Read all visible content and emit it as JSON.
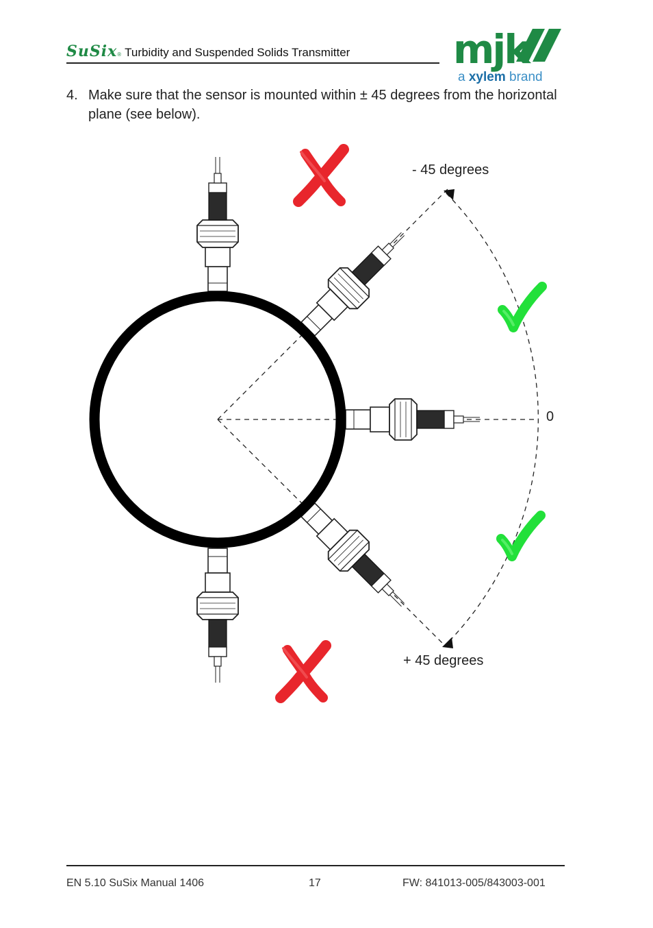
{
  "header": {
    "brand": "SuSix",
    "registered": "®",
    "title": "Turbidity and Suspended Solids Transmitter",
    "logo_text": "mjk",
    "tagline_prefix": "a",
    "tagline_brand": "xylem",
    "tagline_suffix": "brand"
  },
  "step": {
    "number": "4.",
    "text": "Make sure that the sensor is mounted within ± 45 degrees from the horizontal plane (see below)."
  },
  "diagram": {
    "label_minus": "- 45 degrees",
    "label_zero": "0",
    "label_plus": "+ 45 degrees",
    "colors": {
      "accept": "#22e03a",
      "reject": "#e8262c",
      "pipe": "#000000"
    }
  },
  "footer": {
    "left": "EN 5.10 SuSix Manual 1406",
    "page": "17",
    "right": "FW: 841013-005/843003-001"
  }
}
